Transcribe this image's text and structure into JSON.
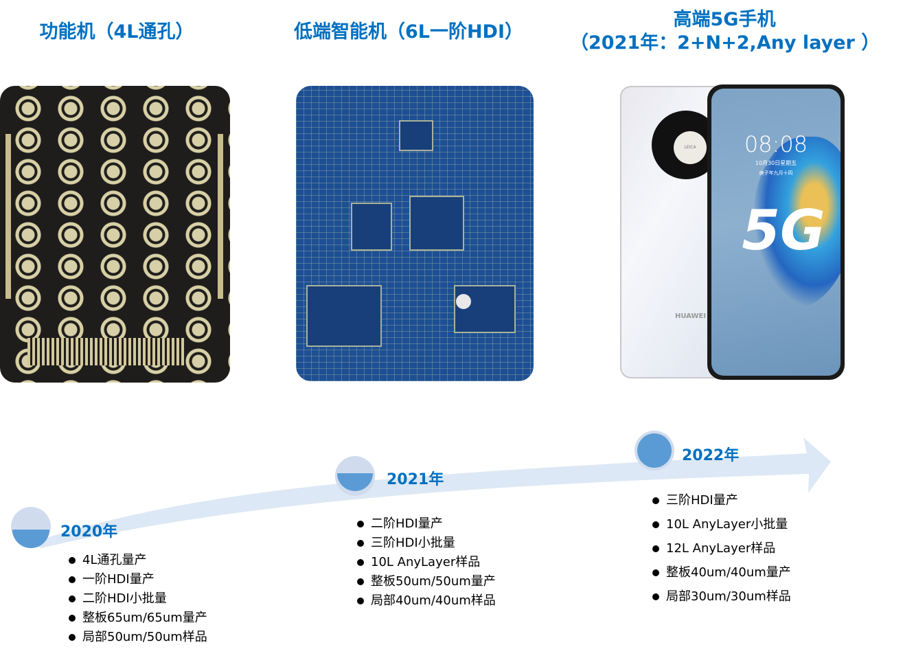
{
  "titles": {
    "feature_phone": "功能机（4L通孔）",
    "low_end": "低端智能机（6L一阶HDI）",
    "high_end_line1": "高端5G手机",
    "high_end_line2": "（2021年：2+N+2,Any layer ）"
  },
  "phone_image": {
    "clock": "08:08",
    "date": "10月30日星期五",
    "lunar": "庚子年九月十四",
    "badge": "5G",
    "brand": "HUAWEI",
    "camera_brand": "LEICA"
  },
  "timeline": [
    {
      "year": "2020年",
      "items": [
        "4L通孔量产",
        "一阶HDI量产",
        "二阶HDI小批量",
        "整板65um/65um量产",
        "局部50um/50um样品"
      ]
    },
    {
      "year": "2021年",
      "items": [
        "二阶HDI量产",
        "三阶HDI小批量",
        "10L AnyLayer样品",
        "整板50um/50um量产",
        "局部40um/40um样品"
      ]
    },
    {
      "year": "2022年",
      "items": [
        "三阶HDI量产",
        "10L AnyLayer小批量",
        "12L AnyLayer样品",
        "整板40um/40um量产",
        "局部30um/30um样品"
      ]
    }
  ],
  "colors": {
    "accent": "#0070c0",
    "band": "#dce8f5",
    "node": "#5b9bd5"
  }
}
